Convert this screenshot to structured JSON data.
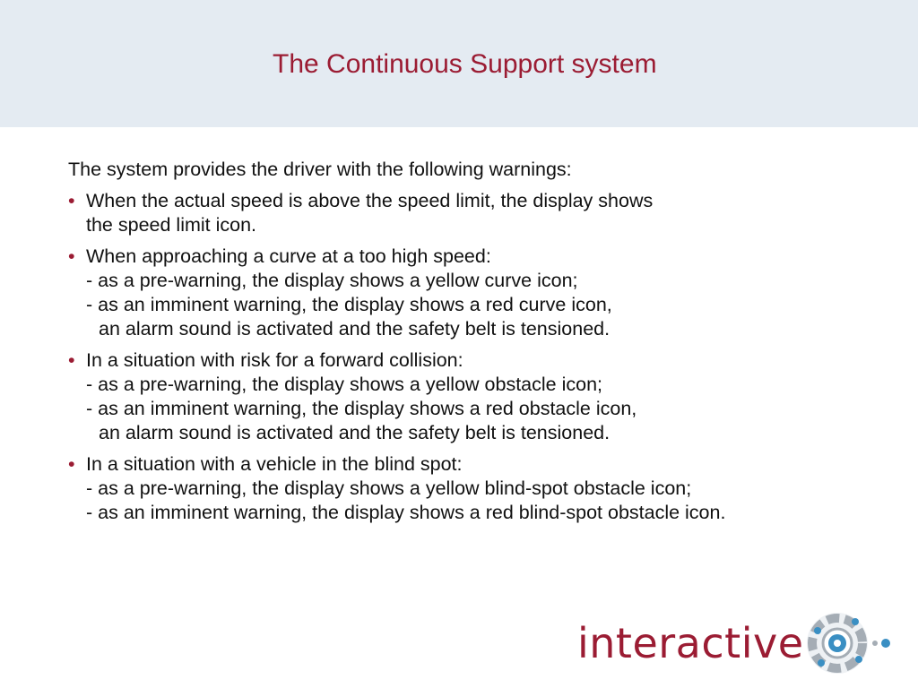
{
  "title": "The Continuous Support system",
  "intro": "The system provides the driver with the following warnings:",
  "bullets": [
    {
      "lines": [
        {
          "text": "When the actual speed is above the speed limit, the display shows"
        },
        {
          "text": "the speed limit icon."
        }
      ]
    },
    {
      "lines": [
        {
          "text": "When approaching a curve at a too high speed:"
        },
        {
          "text": "- as a pre-warning, the display shows a yellow curve icon;"
        },
        {
          "text": "- as an imminent warning, the display shows a red curve icon,"
        },
        {
          "text": "an alarm sound is activated and the safety belt is tensioned."
        }
      ]
    },
    {
      "lines": [
        {
          "text": "In a situation with risk for a forward collision:"
        },
        {
          "text": "- as a pre-warning, the display shows a yellow obstacle icon;"
        },
        {
          "text": "- as an imminent warning, the display shows a red obstacle icon,"
        },
        {
          "text": "an alarm sound is activated and the safety belt is tensioned."
        }
      ]
    },
    {
      "lines": [
        {
          "text": "In a situation with a vehicle in the blind spot:"
        },
        {
          "text": "- as a pre-warning, the display shows a yellow blind-spot obstacle icon;"
        },
        {
          "text": "- as an imminent warning, the display shows a red blind-spot obstacle icon."
        }
      ]
    }
  ],
  "logo": {
    "wordmark": "interactive",
    "icon": "interactive-logo-icon"
  },
  "colors": {
    "title": "#9b1c33",
    "header_band": "#e4ebf2",
    "bullet": "#9b1c33",
    "logo_text": "#9b1c33",
    "logo_blue": "#3a8fc3",
    "logo_gray": "#a5adb5"
  }
}
